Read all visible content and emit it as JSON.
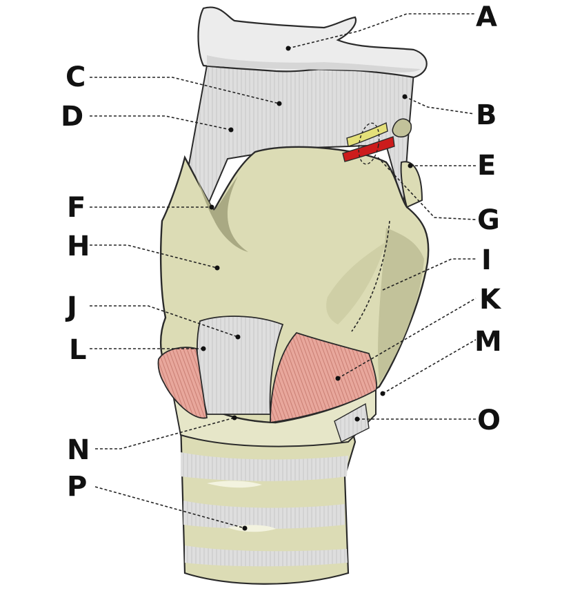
{
  "labels": {
    "A": "A",
    "B": "B",
    "C": "C",
    "D": "D",
    "E": "E",
    "F": "F",
    "G": "G",
    "H": "H",
    "I": "I",
    "J": "J",
    "K": "K",
    "L": "L",
    "M": "M",
    "N": "N",
    "O": "O",
    "P": "P"
  },
  "colors": {
    "cartilage": "#dcdcb5",
    "cartilage_dark": "#c2c29a",
    "cartilage_shade": "#a9a983",
    "hyoid": "#ececec",
    "membrane": "#dcdcdc",
    "muscle": "#e8a79c",
    "nerve": "#e4e07a",
    "artery": "#cc1c1c",
    "outline": "#2a2a2a"
  }
}
